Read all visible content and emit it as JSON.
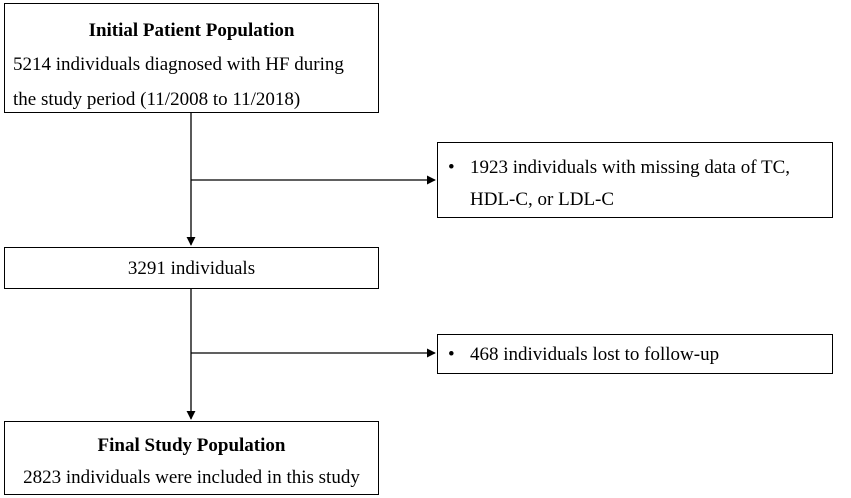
{
  "initial_box": {
    "title": "Initial Patient Population",
    "line1": "5214 individuals diagnosed with HF during",
    "line2": "the study period (11/2008 to 11/2018)"
  },
  "exclusion_1": {
    "bullet": "•",
    "line1": "1923  individuals with missing data of TC,",
    "line2": "HDL-C, or LDL-C"
  },
  "middle_box": {
    "line1": "3291 individuals"
  },
  "exclusion_2": {
    "bullet": "•",
    "line1": "468 individuals lost to follow-up"
  },
  "final_box": {
    "title": "Final Study Population",
    "line1": "2823 individuals were included in this study"
  }
}
